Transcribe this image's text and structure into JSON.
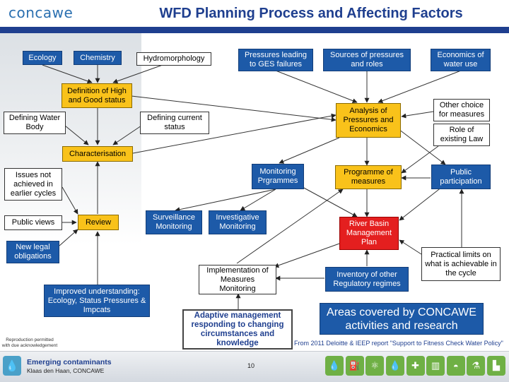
{
  "header": {
    "logo": "concawe",
    "title": "WFD Planning Process and Affecting Factors"
  },
  "nodes": {
    "ecology": "Ecology",
    "chemistry": "Chemistry",
    "hydromorphology": "Hydromorphology",
    "pressures": "Pressures leading to GES failures",
    "sources": "Sources of pressures and roles",
    "economics_water": "Economics of water use",
    "definition": "Definition of High and Good status",
    "defining_water_body": "Defining Water Body",
    "defining_status": "Defining current status",
    "analysis": "Analysis of Pressures and Economics",
    "other_choice": "Other choice for measures",
    "role_law": "Role of existing Law",
    "characterisation": "Characterisation",
    "issues": "Issues not achieved in earlier cycles",
    "monitoring": "Monitoring Prgrammes",
    "programme": "Programme of measures",
    "public_participation": "Public participation",
    "public_views": "Public views",
    "review": "Review",
    "surveillance": "Surveillance Monitoring",
    "investigative": "Investigative Monitoring",
    "rbmp": "River Basin Management Plan",
    "new_legal": "New legal obligations",
    "implementation": "Implementation of Measures Monitoring",
    "inventory": "Inventory of other Regulatory regimes",
    "practical": "Practical limits on what is achievable in the cycle",
    "improved": "Improved understanding: Ecology, Status Pressures & Impcats",
    "adaptive": "Adaptive management responding to changing circumstances and knowledge",
    "areas": "Areas covered by CONCAWE activities and research"
  },
  "source_note": "From 2011 Deloitte & IEEP report \"Support to Fitness Check Water Policy\"",
  "repro_note": "Reproduction permitted with due acknowledgement",
  "footer": {
    "title": "Emerging contaminants",
    "subtitle": "Klaas den Haan, CONCAWE",
    "page": "10"
  },
  "colors": {
    "title": "#1f3f8f",
    "blue_box": "#1d5aa8",
    "yellow_box": "#f9c21a",
    "red_box": "#e41f1f",
    "stripe": "#1f3f8f"
  },
  "icons": [
    "water-drop-icon",
    "fuel-pump-icon",
    "molecule-icon",
    "water-drop-icon",
    "health-icon",
    "barrel-icon",
    "hard-hat-icon",
    "flask-icon",
    "refinery-icon"
  ]
}
